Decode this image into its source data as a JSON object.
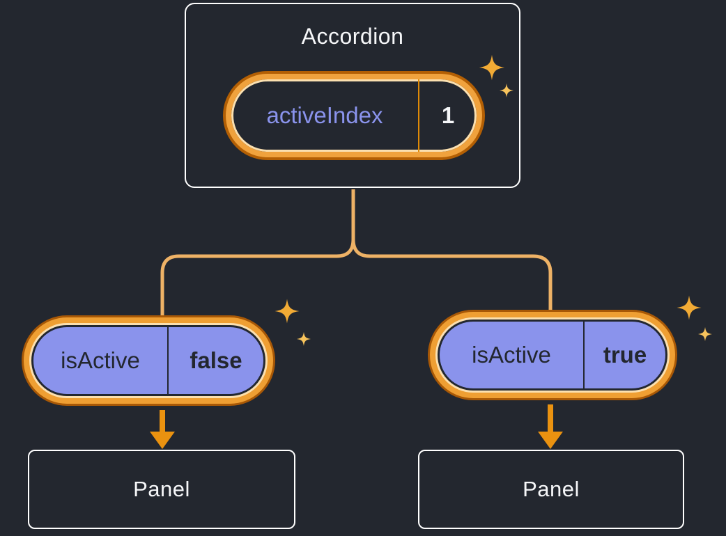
{
  "diagram": {
    "accordion": {
      "title": "Accordion",
      "state_pill": {
        "label": "activeIndex",
        "value": "1"
      }
    },
    "children": [
      {
        "prop_pill": {
          "label": "isActive",
          "value": "false"
        },
        "panel_title": "Panel"
      },
      {
        "prop_pill": {
          "label": "isActive",
          "value": "true"
        },
        "panel_title": "Panel"
      }
    ],
    "icons": [
      "sparkle-icon",
      "sparkle-icon-small",
      "down-arrow-icon"
    ],
    "colors": {
      "background": "#23272f",
      "box_fill": "#23272f",
      "box_border": "#ffffff",
      "text_light": "#f6f7f9",
      "text_dark": "#23272f",
      "purple_fill": "#8a93ec",
      "purple_text": "#8a93ec",
      "ring_orange": "#f0a23d",
      "ring_dark_orange": "#a85806",
      "ring_cream": "#fbe0b0",
      "connector_line": "#eeb266",
      "arrow_orange": "#ea9210",
      "sparkle_gold": "#f2ab35"
    }
  }
}
